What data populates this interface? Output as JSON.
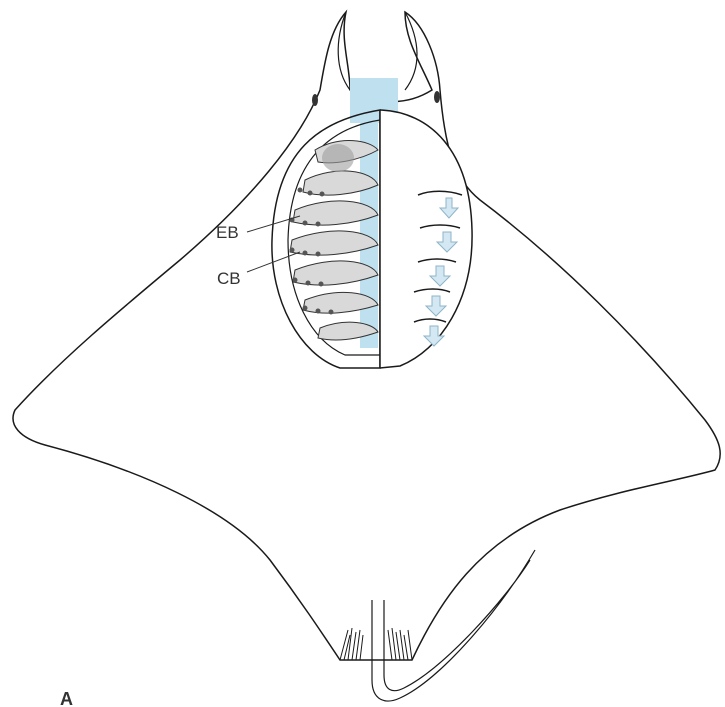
{
  "labels": {
    "eb": "EB",
    "cb": "CB",
    "panel": "A"
  },
  "colors": {
    "outline": "#1a1a1a",
    "water_flow": "#bfe0ef",
    "arrow_fill": "#d3e8f2",
    "arrow_stroke": "#8fb5c8",
    "gill_bar": "#d9d9d9",
    "gill_bar_dark": "#9e9e9e",
    "background": "#ffffff"
  }
}
